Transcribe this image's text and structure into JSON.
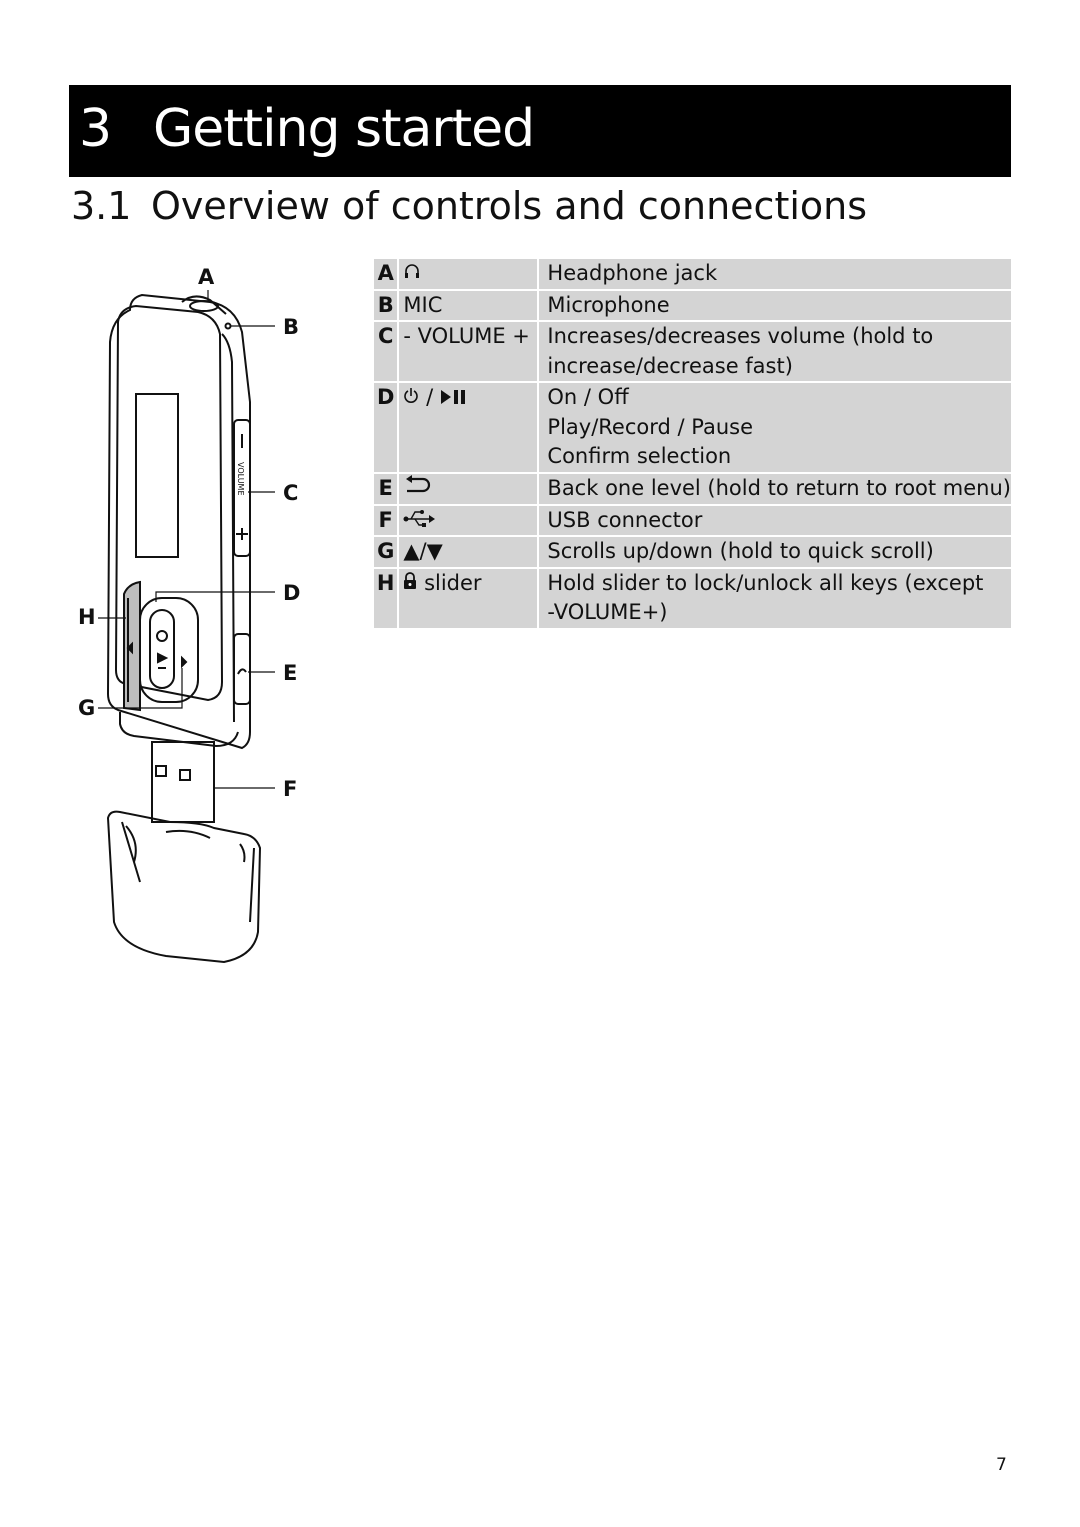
{
  "chapter": {
    "number": "3",
    "title": "Getting started"
  },
  "section": {
    "number": "3.1",
    "title": "Overview of controls and connections"
  },
  "diagram": {
    "callouts": {
      "a": "A",
      "b": "B",
      "c": "C",
      "d": "D",
      "e": "E",
      "f": "F",
      "g": "G",
      "h": "H"
    },
    "volume_label": "VOLUME"
  },
  "controls": [
    {
      "key": "A",
      "icon": "headphone-icon",
      "control": "",
      "description": [
        "Headphone jack"
      ]
    },
    {
      "key": "B",
      "icon": "",
      "control": "MIC",
      "description": [
        "Microphone"
      ]
    },
    {
      "key": "C",
      "icon": "",
      "control": "- VOLUME +",
      "description": [
        "Increases/decreases volume (hold to",
        "increase/decrease fast)"
      ]
    },
    {
      "key": "D",
      "icon": "power-icon",
      "control": " / ",
      "icon2": "play-pause-icon",
      "description": [
        "On / Off",
        "Play/Record / Pause",
        "Confirm selection"
      ]
    },
    {
      "key": "E",
      "icon": "back-icon",
      "control": "",
      "description": [
        "Back one level (hold to return to root menu)"
      ]
    },
    {
      "key": "F",
      "icon": "usb-icon",
      "control": "",
      "description": [
        "USB connector"
      ]
    },
    {
      "key": "G",
      "icon": "",
      "control": "▲/▼",
      "description": [
        "Scrolls up/down (hold to quick scroll)"
      ]
    },
    {
      "key": "H",
      "icon": "lock-icon",
      "control": " slider",
      "description": [
        "Hold slider to lock/unlock all keys (except",
        "-VOLUME+)"
      ]
    }
  ],
  "page_number": "7"
}
